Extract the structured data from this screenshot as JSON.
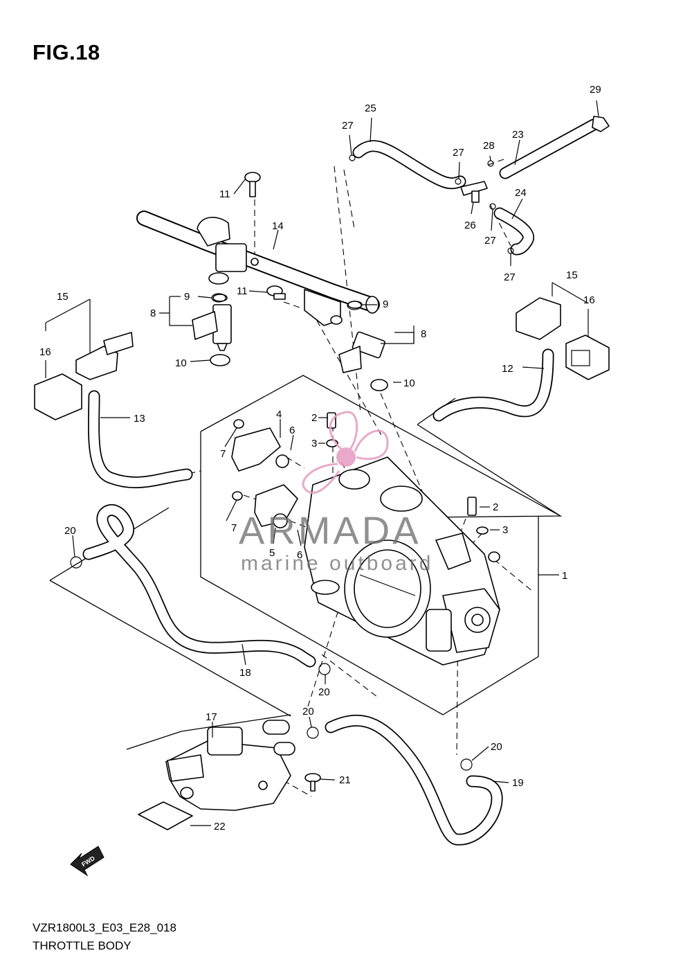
{
  "figure_title": "FIG.18",
  "model_code": "VZR1800L3_E03_E28_018",
  "caption": "THROTTLE BODY",
  "fwd_label": "FWD",
  "watermark": {
    "brand": "ARMADA",
    "tagline": "marine outboard",
    "color": "#e59bc2"
  },
  "callouts": [
    "29",
    "25",
    "27",
    "23",
    "28",
    "27",
    "24",
    "26",
    "27",
    "27",
    "11",
    "14",
    "11",
    "9",
    "8",
    "9",
    "8",
    "10",
    "10",
    "15",
    "16",
    "15",
    "16",
    "12",
    "13",
    "2",
    "4",
    "6",
    "3",
    "7",
    "2",
    "3",
    "7",
    "5",
    "6",
    "1",
    "20",
    "18",
    "20",
    "20",
    "17",
    "21",
    "20",
    "19",
    "22"
  ]
}
